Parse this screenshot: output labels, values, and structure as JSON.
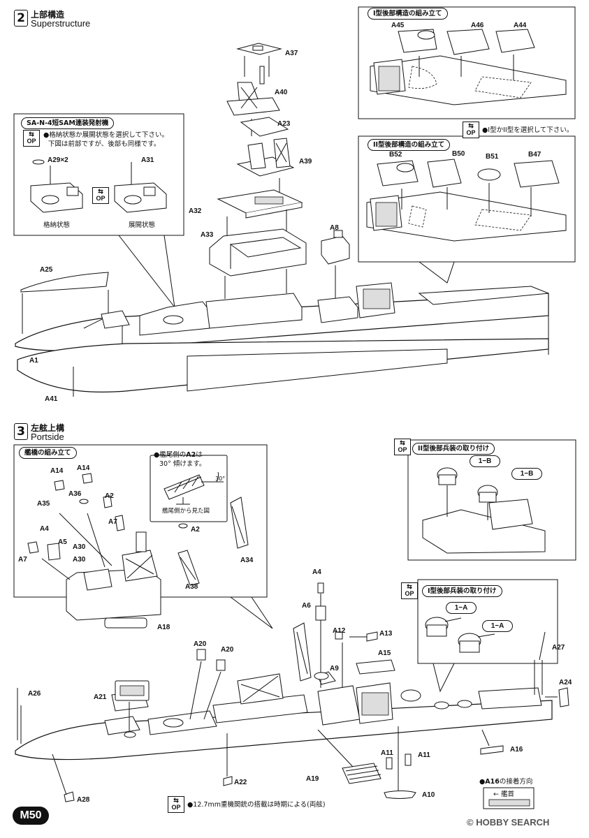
{
  "step2": {
    "number": "2",
    "title_jp": "上部構造",
    "title_en": "Superstructure"
  },
  "step3": {
    "number": "3",
    "title_jp": "左舷上構",
    "title_en": "Portside"
  },
  "sam_box": {
    "title": "SA-N-4短SAM連装発射機",
    "op": "OP",
    "note1": "●格納状態か展開状態を選択して下さい。",
    "note2": "下図は前部ですが、後部も同様です。",
    "parts": [
      "A29×2",
      "A31"
    ],
    "state_stowed": "格納状態",
    "state_deployed": "展開状態"
  },
  "type1_aft_box": {
    "title": "I型後部構造の組み立て",
    "parts": [
      "A45",
      "A46",
      "A44"
    ]
  },
  "type_choose": {
    "op": "OP",
    "note": "●I型かII型を選択して下さい。"
  },
  "type2_aft_box": {
    "title": "II型後部構造の組み立て",
    "parts": [
      "B52",
      "B50",
      "B51",
      "B47"
    ]
  },
  "step2_parts": {
    "a37": "A37",
    "a40": "A40",
    "a23": "A23",
    "a39": "A39",
    "a32": "A32",
    "a33": "A33",
    "a8": "A8",
    "a25": "A25",
    "a1": "A1",
    "a41": "A41"
  },
  "bridge_box": {
    "title": "艦橋の組み立て",
    "angle_note_1": "●艦尾側の",
    "angle_note_bold": "A2",
    "angle_note_2": "は",
    "angle_note_3": "30° 傾けます。",
    "angle": "30°",
    "view_caption": "艦尾側から見た図",
    "parts": {
      "a14a": "A14",
      "a14b": "A14",
      "a36": "A36",
      "a2a": "A2",
      "a35": "A35",
      "a7a": "A7",
      "a4": "A4",
      "a5": "A5",
      "a30a": "A30",
      "a30b": "A30",
      "a7b": "A7",
      "a2b": "A2",
      "a34": "A34",
      "a38": "A38",
      "a18": "A18"
    }
  },
  "type2_arm_box": {
    "op": "OP",
    "title": "II型後部兵装の取り付け",
    "pills": [
      "1−B",
      "1−B"
    ]
  },
  "type1_arm_box": {
    "op": "OP",
    "title": "I型後部兵装の取り付け",
    "pills": [
      "1−A",
      "1−A"
    ]
  },
  "step3_parts": {
    "a4": "A4",
    "a6": "A6",
    "a12": "A12",
    "a13": "A13",
    "a20a": "A20",
    "a20b": "A20",
    "a15": "A15",
    "a9": "A9",
    "a27": "A27",
    "a24": "A24",
    "a26": "A26",
    "a21": "A21",
    "a11a": "A11",
    "a11b": "A11",
    "a16": "A16",
    "a22": "A22",
    "a19": "A19",
    "a28": "A28",
    "a10": "A10"
  },
  "a16_dir": {
    "text_1": "●",
    "text_bold": "A16",
    "text_2": "の接着方向",
    "bow": "艦首",
    "arrow": "←"
  },
  "mg_note": {
    "op": "OP",
    "text": "●12.7mm重機関銃の搭載は時期による(両舷)"
  },
  "page": "M50",
  "footer": "© HOBBY SEARCH"
}
